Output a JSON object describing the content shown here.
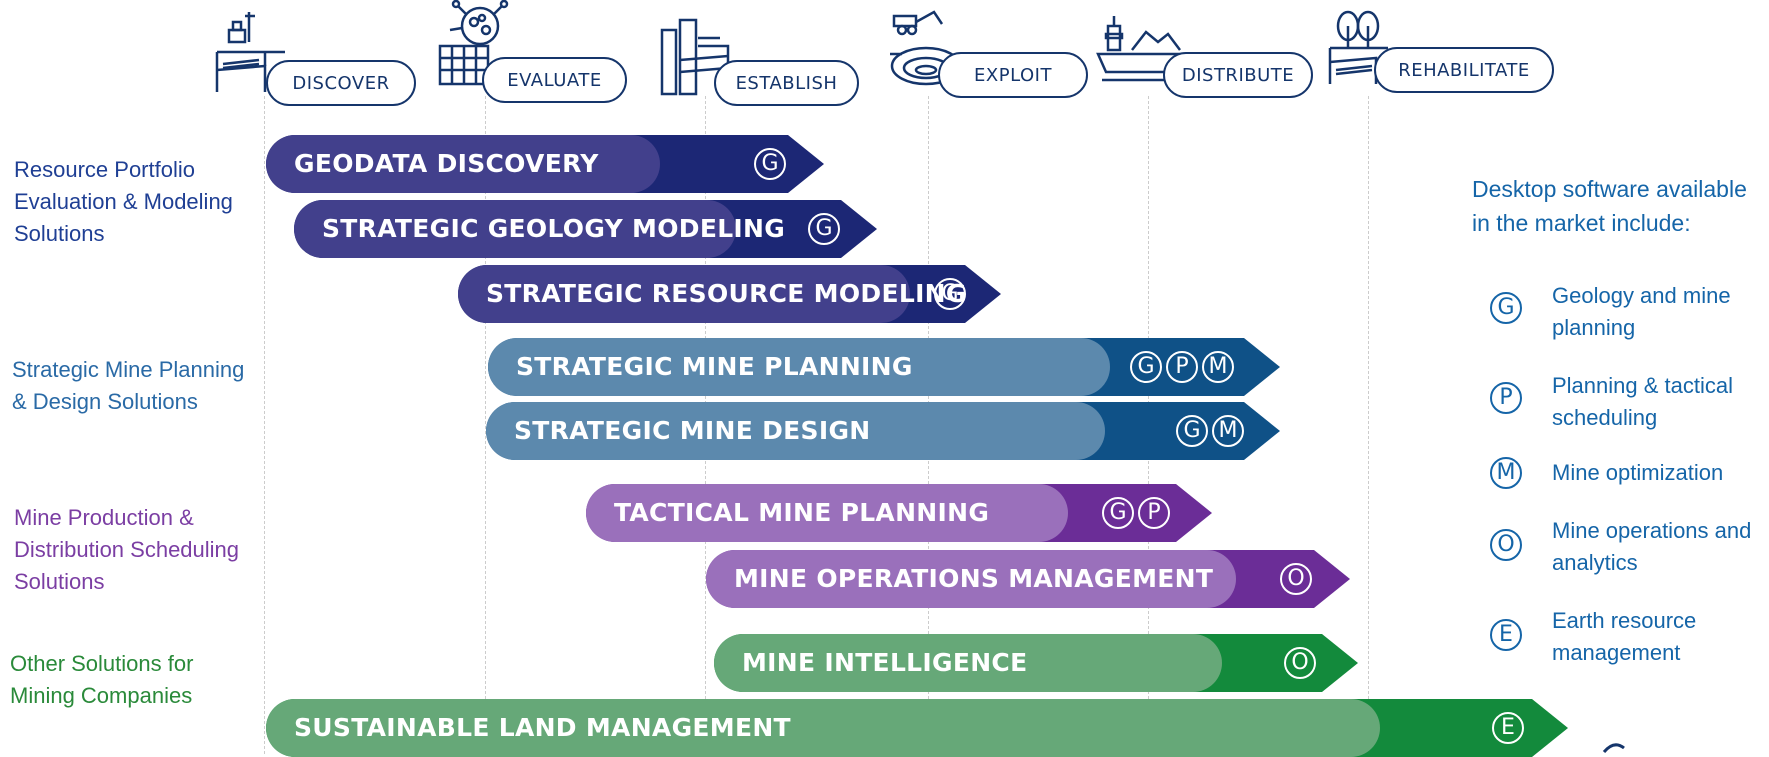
{
  "stages": [
    {
      "label": "DISCOVER",
      "icon": "exploration-drill-icon"
    },
    {
      "label": "EVALUATE",
      "icon": "grid-analysis-icon"
    },
    {
      "label": "ESTABLISH",
      "icon": "mine-construction-icon"
    },
    {
      "label": "EXPLOIT",
      "icon": "open-pit-excavator-icon"
    },
    {
      "label": "DISTRIBUTE",
      "icon": "port-ship-icon"
    },
    {
      "label": "REHABILITATE",
      "icon": "tree-land-icon"
    }
  ],
  "categories": [
    {
      "text": "Resource Portfolio Evaluation & Modeling Solutions",
      "color": "#1f3f94"
    },
    {
      "text": "Strategic Mine Planning & Design Solutions",
      "color": "#2a6aa6"
    },
    {
      "text": "Mine Production & Distribution Scheduling Solutions",
      "color": "#7b3ea3"
    },
    {
      "text": "Other Solutions for Mining Companies",
      "color": "#2a8a3a"
    }
  ],
  "bars": [
    {
      "label": "GEODATA DISCOVERY",
      "codes": [
        "G"
      ],
      "light": "#42408c",
      "dark": "#1c2775"
    },
    {
      "label": "STRATEGIC GEOLOGY MODELING",
      "codes": [
        "G"
      ],
      "light": "#42408c",
      "dark": "#1c2775"
    },
    {
      "label": "STRATEGIC RESOURCE MODELING",
      "codes": [
        "G"
      ],
      "light": "#42408c",
      "dark": "#1c2775"
    },
    {
      "label": "STRATEGIC MINE PLANNING",
      "codes": [
        "G",
        "P",
        "M"
      ],
      "light": "#5c89ad",
      "dark": "#0f5187"
    },
    {
      "label": "STRATEGIC MINE DESIGN",
      "codes": [
        "G",
        "M"
      ],
      "light": "#5c89ad",
      "dark": "#0f5187"
    },
    {
      "label": "TACTICAL MINE PLANNING",
      "codes": [
        "G",
        "P"
      ],
      "light": "#9a70bb",
      "dark": "#6b2d97"
    },
    {
      "label": "MINE OPERATIONS MANAGEMENT",
      "codes": [
        "O"
      ],
      "light": "#9a70bb",
      "dark": "#6b2d97"
    },
    {
      "label": "MINE INTELLIGENCE",
      "codes": [
        "O"
      ],
      "light": "#66a878",
      "dark": "#138a3c"
    },
    {
      "label": "SUSTAINABLE LAND MANAGEMENT",
      "codes": [
        "E"
      ],
      "light": "#66a878",
      "dark": "#138a3c"
    }
  ],
  "legend": {
    "title": "Desktop software available in the market include:",
    "items": [
      {
        "code": "G",
        "text": "Geology and mine planning"
      },
      {
        "code": "P",
        "text": "Planning & tactical scheduling"
      },
      {
        "code": "M",
        "text": "Mine optimization"
      },
      {
        "code": "O",
        "text": "Mine operations and analytics"
      },
      {
        "code": "E",
        "text": "Earth resource management"
      }
    ]
  }
}
